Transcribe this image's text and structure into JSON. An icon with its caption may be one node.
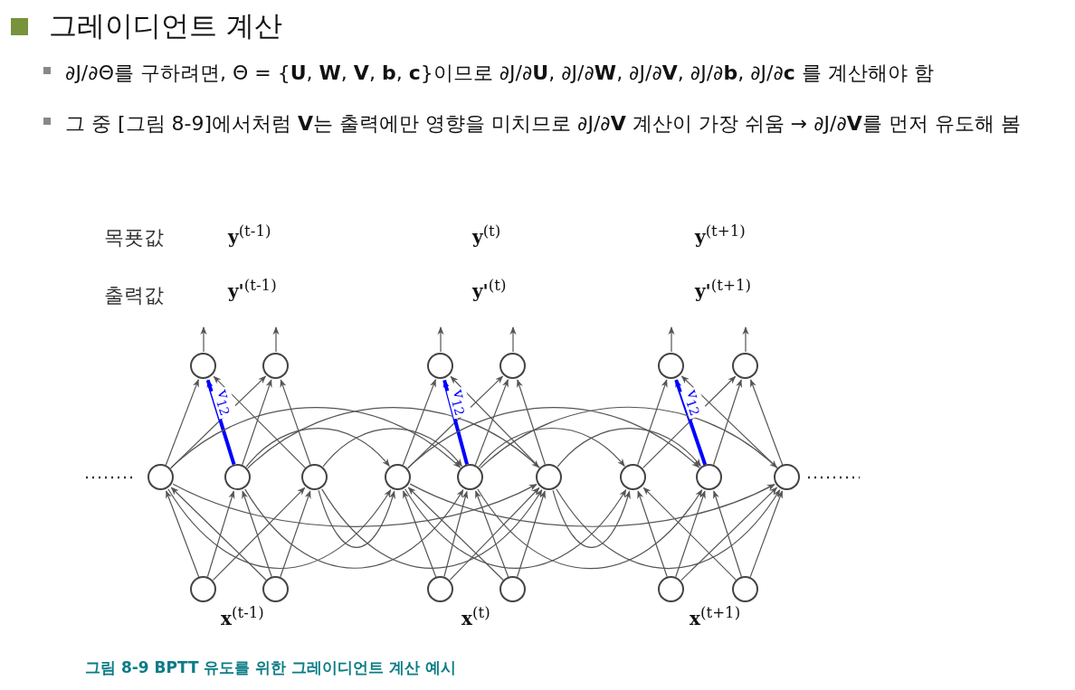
{
  "diagram": {
    "title": "그레이디언트 계산",
    "caption": "그림 8-9 BPTT 유도를 위한 그레이디언트 계산 예시",
    "nodes": [
      {
        "text": [],
        "shape": "circle"
      },
      {
        "text": [],
        "shape": "circle"
      },
      {
        "text": [],
        "shape": "circle"
      },
      {
        "text": [],
        "shape": "circle"
      },
      {
        "text": [],
        "shape": "circle"
      },
      {
        "text": [],
        "shape": "circle"
      },
      {
        "text": [],
        "shape": "circle"
      },
      {
        "text": [],
        "shape": "circle"
      },
      {
        "text": [],
        "shape": "circle"
      },
      {
        "text": [],
        "shape": "circle"
      },
      {
        "text": [],
        "shape": "circle"
      },
      {
        "text": [],
        "shape": "circle"
      },
      {
        "text": [],
        "shape": "circle"
      },
      {
        "text": [],
        "shape": "circle"
      },
      {
        "text": [],
        "shape": "circle"
      },
      {
        "text": [],
        "shape": "circle"
      },
      {
        "text": [],
        "shape": "circle"
      },
      {
        "text": [],
        "shape": "circle"
      },
      {
        "text": [],
        "shape": "circle"
      },
      {
        "text": [],
        "shape": "circle"
      },
      {
        "text": [],
        "shape": "circle"
      }
    ],
    "edges": [
      {
        "from": 15,
        "to": 6,
        "arrow": "to"
      },
      {
        "from": 15,
        "to": 7,
        "arrow": "to"
      },
      {
        "from": 15,
        "to": 8,
        "arrow": "to"
      },
      {
        "from": 16,
        "to": 6,
        "arrow": "to"
      },
      {
        "from": 16,
        "to": 7,
        "arrow": "to"
      },
      {
        "from": 16,
        "to": 8,
        "arrow": "to"
      },
      {
        "from": 17,
        "to": 9,
        "arrow": "to"
      },
      {
        "from": 17,
        "to": 10,
        "arrow": "to"
      },
      {
        "from": 17,
        "to": 11,
        "arrow": "to"
      },
      {
        "from": 18,
        "to": 9,
        "arrow": "to"
      },
      {
        "from": 18,
        "to": 10,
        "arrow": "to"
      },
      {
        "from": 18,
        "to": 11,
        "arrow": "to"
      },
      {
        "from": 19,
        "to": 12,
        "arrow": "to"
      },
      {
        "from": 19,
        "to": 13,
        "arrow": "to"
      },
      {
        "from": 19,
        "to": 14,
        "arrow": "to"
      },
      {
        "from": 20,
        "to": 12,
        "arrow": "to"
      },
      {
        "from": 20,
        "to": 13,
        "arrow": "to"
      },
      {
        "from": 20,
        "to": 14,
        "arrow": "to"
      },
      {
        "from": 6,
        "to": 0,
        "arrow": "to"
      },
      {
        "from": 6,
        "to": 1,
        "arrow": "to"
      },
      {
        "from": 7,
        "to": 0,
        "arrow": "to",
        "label": "v$_{12}$",
        "style": "thick",
        "color": "#0000ff"
      },
      {
        "from": 7,
        "to": 1,
        "arrow": "to"
      },
      {
        "from": 8,
        "to": 0,
        "arrow": "to"
      },
      {
        "from": 8,
        "to": 1,
        "arrow": "to"
      },
      {
        "from": 9,
        "to": 2,
        "arrow": "to"
      },
      {
        "from": 9,
        "to": 3,
        "arrow": "to"
      },
      {
        "from": 10,
        "to": 2,
        "arrow": "to",
        "label": "v$_{12}$",
        "style": "thick",
        "color": "#0000ff"
      },
      {
        "from": 10,
        "to": 3,
        "arrow": "to"
      },
      {
        "from": 11,
        "to": 2,
        "arrow": "to"
      },
      {
        "from": 11,
        "to": 3,
        "arrow": "to"
      },
      {
        "from": 12,
        "to": 4,
        "arrow": "to"
      },
      {
        "from": 12,
        "to": 5,
        "arrow": "to"
      },
      {
        "from": 13,
        "to": 4,
        "arrow": "to",
        "label": "v$_{12}$",
        "style": "thick",
        "color": "#0000ff"
      },
      {
        "from": 13,
        "to": 5,
        "arrow": "to"
      },
      {
        "from": 14,
        "to": 4,
        "arrow": "to"
      },
      {
        "from": 14,
        "to": 5,
        "arrow": "to"
      },
      {
        "from": 0,
        "to": null,
        "arrow": "to"
      },
      {
        "from": 1,
        "to": null,
        "arrow": "to"
      },
      {
        "from": 2,
        "to": null,
        "arrow": "to"
      },
      {
        "from": 3,
        "to": null,
        "arrow": "to"
      },
      {
        "from": 4,
        "to": null,
        "arrow": "to"
      },
      {
        "from": 5,
        "to": null,
        "arrow": "to"
      },
      {
        "from": 6,
        "to": 9,
        "arrow": "to"
      },
      {
        "from": 6,
        "to": 10,
        "arrow": "to"
      },
      {
        "from": 6,
        "to": 11,
        "arrow": "to"
      },
      {
        "from": 7,
        "to": 9,
        "arrow": "to"
      },
      {
        "from": 7,
        "to": 10,
        "arrow": "to"
      },
      {
        "from": 7,
        "to": 11,
        "arrow": "to"
      },
      {
        "from": 8,
        "to": 9,
        "arrow": "to"
      },
      {
        "from": 8,
        "to": 10,
        "arrow": "to"
      },
      {
        "from": 8,
        "to": 11,
        "arrow": "to"
      },
      {
        "from": 9,
        "to": 12,
        "arrow": "to"
      },
      {
        "from": 9,
        "to": 13,
        "arrow": "to"
      },
      {
        "from": 9,
        "to": 14,
        "arrow": "to"
      },
      {
        "from": 10,
        "to": 12,
        "arrow": "to"
      },
      {
        "from": 10,
        "to": 13,
        "arrow": "to"
      },
      {
        "from": 10,
        "to": 14,
        "arrow": "to"
      },
      {
        "from": 11,
        "to": 12,
        "arrow": "to"
      },
      {
        "from": 11,
        "to": 13,
        "arrow": "to"
      },
      {
        "from": 11,
        "to": 14,
        "arrow": "to"
      }
    ],
    "labels": [
      "∂J/∂Θ를 구하려면, Θ = {**U**, **W**, **V**, **b**, **c**}이므로 ∂J/∂**U**, ∂J/∂**W**, ∂J/∂**V**, ∂J/∂**b**, ∂J/∂**c** 를 계산해야 함",
      "그 중 [그림 8-9]에서처럼 **V**는 출력에만 영향을 미치므로 ∂J/∂**V** 계산이 가장 쉬움 → ∂J/∂**V**를 먼저 유도해 봄",
      "목푯값",
      "**y**$^{(t-1)}$",
      "**y**$^{(t)}$",
      "**y**$^{(t+1)}$",
      "출력값",
      "**y'**$^{(t-1)}$",
      "**y'**$^{(t)}$",
      "**y'**$^{(t+1)}$",
      "**x**$^{(t-1)}$",
      "**x**$^{(t)}$",
      "**x**$^{(t+1)}$"
    ]
  }
}
